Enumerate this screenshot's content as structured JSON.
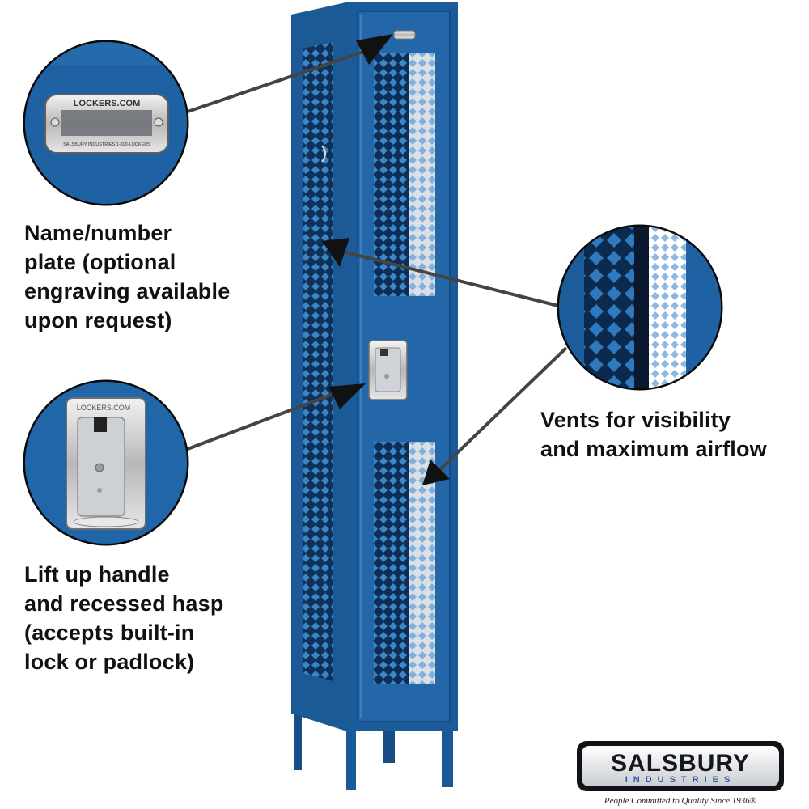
{
  "callouts": {
    "plate": {
      "lines": [
        "Name/number",
        "plate (optional",
        "engraving available",
        "upon request)"
      ]
    },
    "vents": {
      "lines": [
        "Vents for visibility",
        "and maximum airflow"
      ]
    },
    "handle": {
      "lines": [
        "Lift up handle",
        "and recessed hasp",
        "(accepts built-in",
        "lock or padlock)"
      ]
    }
  },
  "plate_detail": {
    "top_text": "LOCKERS.COM",
    "bottom_text": "SALSBURY INDUSTRIES   1-800-LOCKERS"
  },
  "handle_detail": {
    "brand_text": "LOCKERS.COM"
  },
  "brand": {
    "name": "SALSBURY",
    "sub": "INDUSTRIES",
    "tagline": "People Committed to Quality Since 1936®"
  },
  "colors": {
    "locker_blue": "#1f5f9c",
    "locker_dark": "#0f3f73",
    "background": "#ffffff",
    "text": "#111111"
  }
}
